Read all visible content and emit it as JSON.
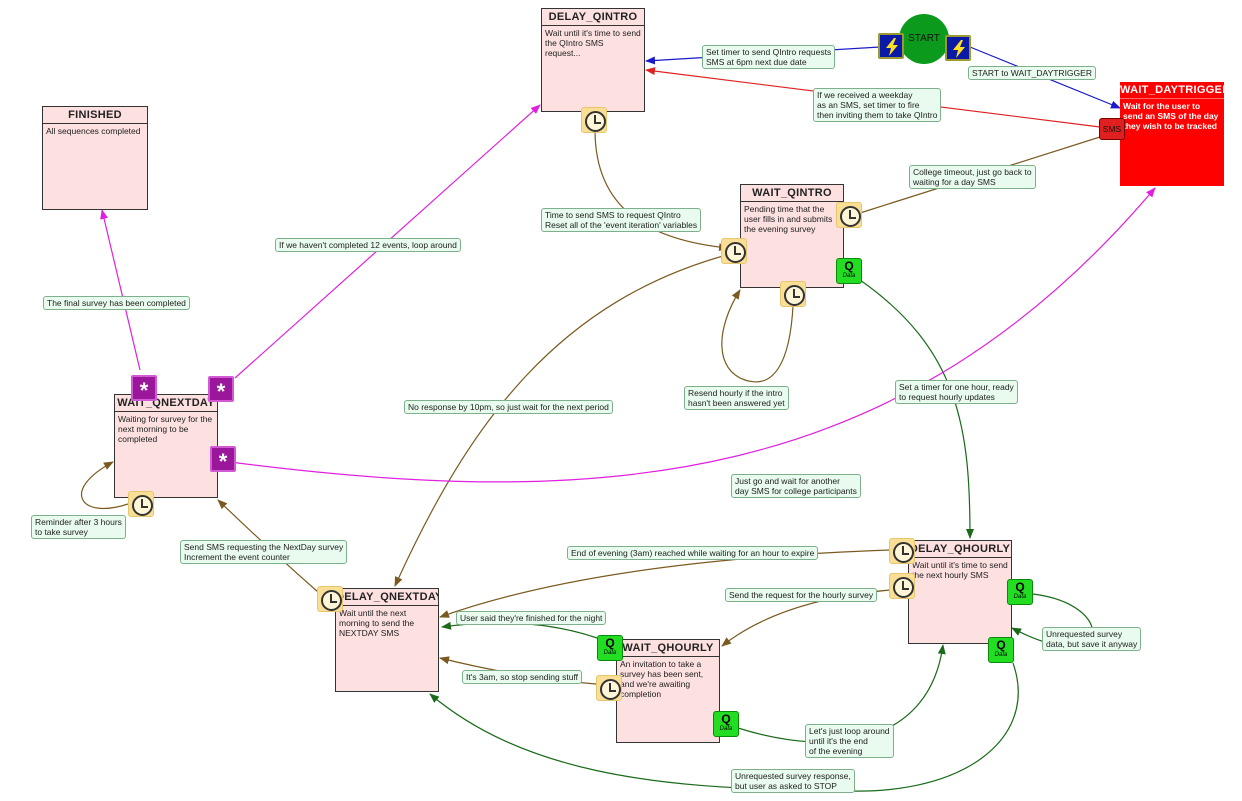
{
  "states": {
    "delay_qintro": {
      "title": "DELAY_QINTRO",
      "desc": "Wait until it's time to send the QIntro SMS request..."
    },
    "finished": {
      "title": "FINISHED",
      "desc": "All sequences completed"
    },
    "wait_qintro": {
      "title": "WAIT_QINTRO",
      "desc": "Pending time that the user fills in and submits the evening survey"
    },
    "wait_daytrigger": {
      "title": "WAIT_DAYTRIGGER",
      "desc": "Wait for the user to send an SMS of the day they wish to be tracked"
    },
    "wait_qnextday": {
      "title": "WAIT_QNEXTDAY",
      "desc": "Waiting for survey for the next morning to be completed"
    },
    "delay_qhourly": {
      "title": "DELAY_QHOURLY",
      "desc": "Wait until it's time to send the next hourly SMS"
    },
    "delay_qnextday": {
      "title": "DELAY_QNEXTDAY",
      "desc": "Wait until the next morning to send the NEXTDAY SMS"
    },
    "wait_qhourly": {
      "title": "WAIT_QHOURLY",
      "desc": "An invitation to take a survey has been sent, and we're awaiting completion"
    }
  },
  "start_label": "START",
  "sms_label": "SMS",
  "q_label": "Q",
  "q_sub": "Data",
  "star_label": "*",
  "labels": {
    "set_timer_qintro": "Set timer to send QIntro requests\nSMS at 6pm next due date",
    "start_to_wait": "START to WAIT_DAYTRIGGER",
    "weekday_sms": "If we received a weekday\nas an SMS, set timer to fire\nthen inviting them to take QIntro",
    "college_timeout": "College timeout, just go back to\nwaiting for a day SMS",
    "time_to_send": "Time to send SMS to request QIntro\nReset all of the 'event iteration' variables",
    "loop_around": "If we haven't completed 12 events, loop around",
    "final_survey": "The final survey has been completed",
    "resend_hourly": "Resend hourly if the intro\nhasn't been answered yet",
    "no_response": "No response by 10pm, so just wait for the next period",
    "set_timer_hour": "Set a timer for one hour, ready\nto request hourly updates",
    "reminder": "Reminder after 3 hours\nto take survey",
    "college_wait": "Just go and wait for another\nday SMS for college participants",
    "send_nextday": "Send SMS requesting the NextDay survey\nIncrement the event counter",
    "end_of_evening": "End of evening (3am) reached while waiting for an hour to expire",
    "send_hourly": "Send the request for the hourly survey",
    "user_finished": "User said they're finished for the night",
    "its_3am": "It's 3am, so stop sending stuff",
    "unrequested_data": "Unrequested survey\ndata, but save it anyway",
    "loop_end_evening": "Let's just loop around\nuntil it's the end\nof the evening",
    "unrequested_stop": "Unrequested survey response,\nbut user as asked to STOP"
  },
  "colors": {
    "state_fill": "#fde0e0",
    "red_state": "#ff0000",
    "blue_edge": "#1a1acc",
    "red_edge": "#dd2222",
    "magenta_edge": "#e020e0",
    "brown_edge": "#7a5a20",
    "green_edge": "#1a6a1a",
    "label_fill": "#e8fbee",
    "clock_fill": "#f9df95",
    "q_fill": "#22dd22",
    "star_fill": "#9a169a",
    "start_fill": "#0c9a1c"
  }
}
